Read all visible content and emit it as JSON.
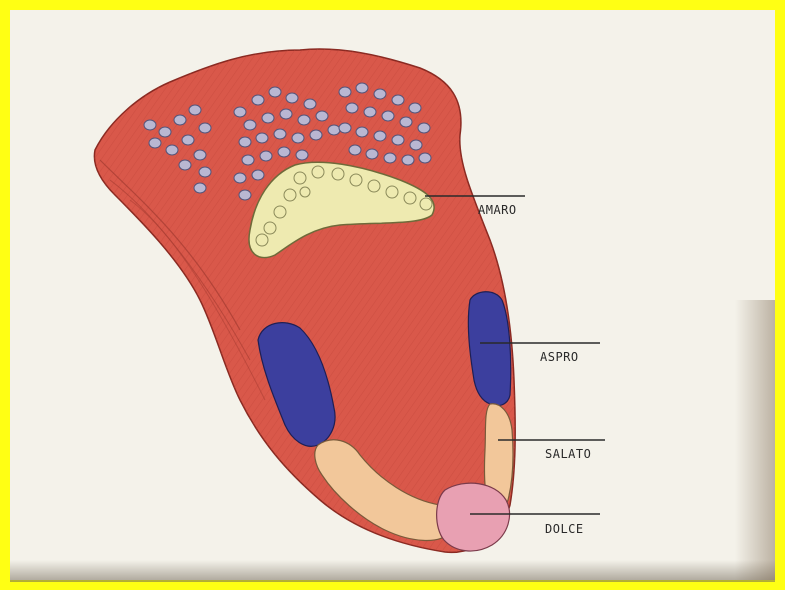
{
  "diagram": {
    "labels": {
      "amaro": "AMARO",
      "aspro": "ASPRO",
      "salato": "SALATO",
      "dolce": "DOLCE"
    },
    "colors": {
      "frame": "#ffff14",
      "tongue": "#d9584a",
      "bitter_zone": "#eeeab0",
      "sour_zone": "#3c3f9e",
      "salty_zone": "#f2c79a",
      "sweet_zone": "#e8a0b2",
      "papillae": "#b9b7d2"
    }
  }
}
